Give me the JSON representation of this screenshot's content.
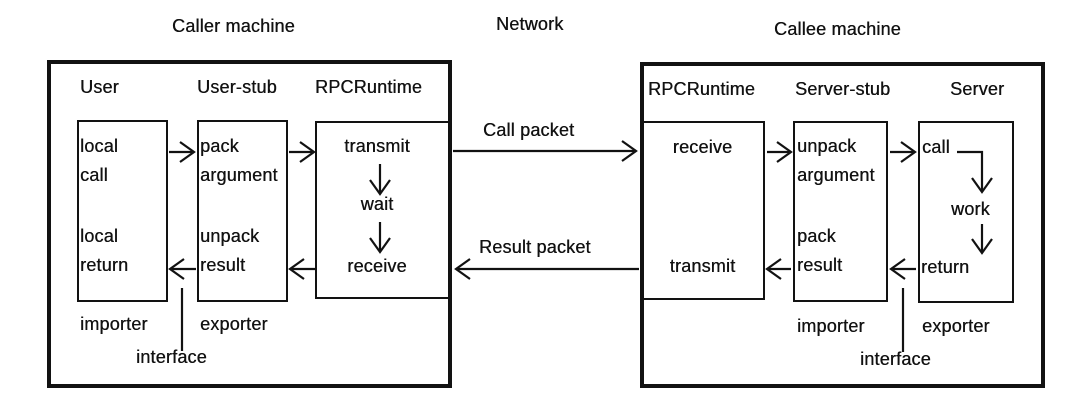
{
  "titles": {
    "caller": "Caller machine",
    "network": "Network",
    "callee": "Callee machine"
  },
  "packets": {
    "call": "Call packet",
    "result": "Result packet"
  },
  "caller_machine": {
    "headers": {
      "user": "User",
      "user_stub": "User-stub",
      "rpcruntime": "RPCRuntime"
    },
    "user": {
      "call": "local\ncall",
      "return": "local\nreturn"
    },
    "user_stub": {
      "pack": "pack\nargument",
      "unpack": "unpack\nresult"
    },
    "rpcruntime": {
      "transmit": "transmit",
      "wait": "wait",
      "receive": "receive"
    },
    "importer": "importer",
    "exporter": "exporter",
    "interface": "interface"
  },
  "callee_machine": {
    "headers": {
      "rpcruntime": "RPCRuntime",
      "server_stub": "Server-stub",
      "server": "Server"
    },
    "rpcruntime": {
      "receive": "receive",
      "transmit": "transmit"
    },
    "server_stub": {
      "unpack": "unpack\nargument",
      "pack": "pack\nresult"
    },
    "server": {
      "call": "call",
      "work": "work",
      "return": "return"
    },
    "importer": "importer",
    "exporter": "exporter",
    "interface": "interface"
  },
  "colors": {
    "ink": "#121212",
    "background": "#ffffff"
  }
}
